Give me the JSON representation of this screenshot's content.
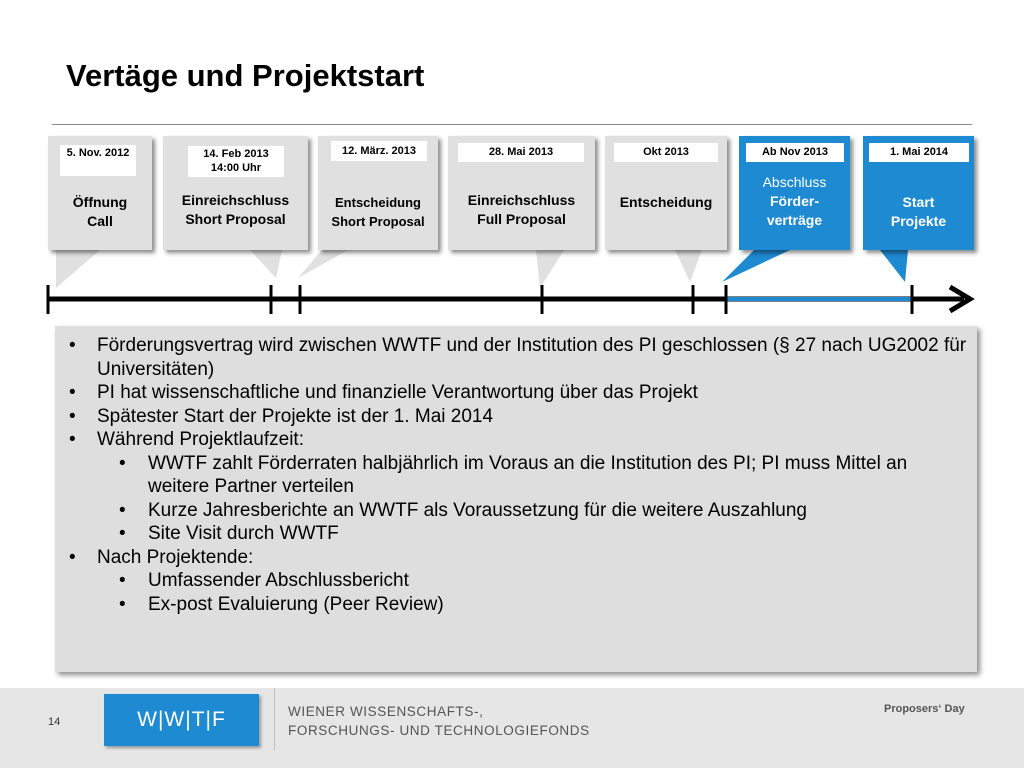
{
  "title": "Vertäge und Projektstart",
  "callouts": [
    {
      "date": "5. Nov. 2012",
      "text": "Öffnung Call"
    },
    {
      "date": "14. Feb 2013 14:00 Uhr",
      "text": "Einreichschluss Short Proposal"
    },
    {
      "date": "12. März. 2013",
      "text": "Entscheidung Short Proposal"
    },
    {
      "date": "28. Mai 2013",
      "text": "Einreichschluss Full Proposal"
    },
    {
      "date": "Okt 2013",
      "text": "Entscheidung"
    },
    {
      "date": "Ab Nov 2013",
      "text_light": "Abschluss",
      "text": "Förder-verträge"
    },
    {
      "date": "1. Mai 2014",
      "text": "Start Projekte"
    }
  ],
  "bullets": [
    {
      "level": 1,
      "text": "Förderungsvertrag wird zwischen WWTF und der Institution des PI geschlossen (§ 27 nach UG2002 für Universitäten)"
    },
    {
      "level": 1,
      "text": "PI hat wissenschaftliche und finanzielle Verantwortung über das Projekt"
    },
    {
      "level": 1,
      "text": "Spätester Start der Projekte ist der 1. Mai 2014"
    },
    {
      "level": 1,
      "text": "Während Projektlaufzeit:"
    },
    {
      "level": 2,
      "text": "WWTF zahlt Förderraten halbjährlich im Voraus an die Institution des PI; PI muss Mittel an weitere Partner verteilen"
    },
    {
      "level": 2,
      "text": "Kurze Jahresberichte an WWTF als Voraussetzung für die weitere Auszahlung"
    },
    {
      "level": 2,
      "text": "Site Visit durch WWTF"
    },
    {
      "level": 1,
      "text": "Nach Projektende:"
    },
    {
      "level": 2,
      "text": "Umfassender Abschlussbericht"
    },
    {
      "level": 2,
      "text": "Ex-post Evaluierung (Peer Review)"
    }
  ],
  "bullet_symbol": "•",
  "footer": {
    "page_number": "14",
    "logo": "W|W|T|F",
    "org_line1": "WIENER WISSENSCHAFTS-,",
    "org_line2": "FORSCHUNGS- UND TECHNOLOGIEFONDS",
    "event": "Proposers‘ Day"
  },
  "colors": {
    "accent": "#1e8ad2",
    "callout_grey": "#e0e0e0",
    "panel_grey": "#dedede"
  }
}
